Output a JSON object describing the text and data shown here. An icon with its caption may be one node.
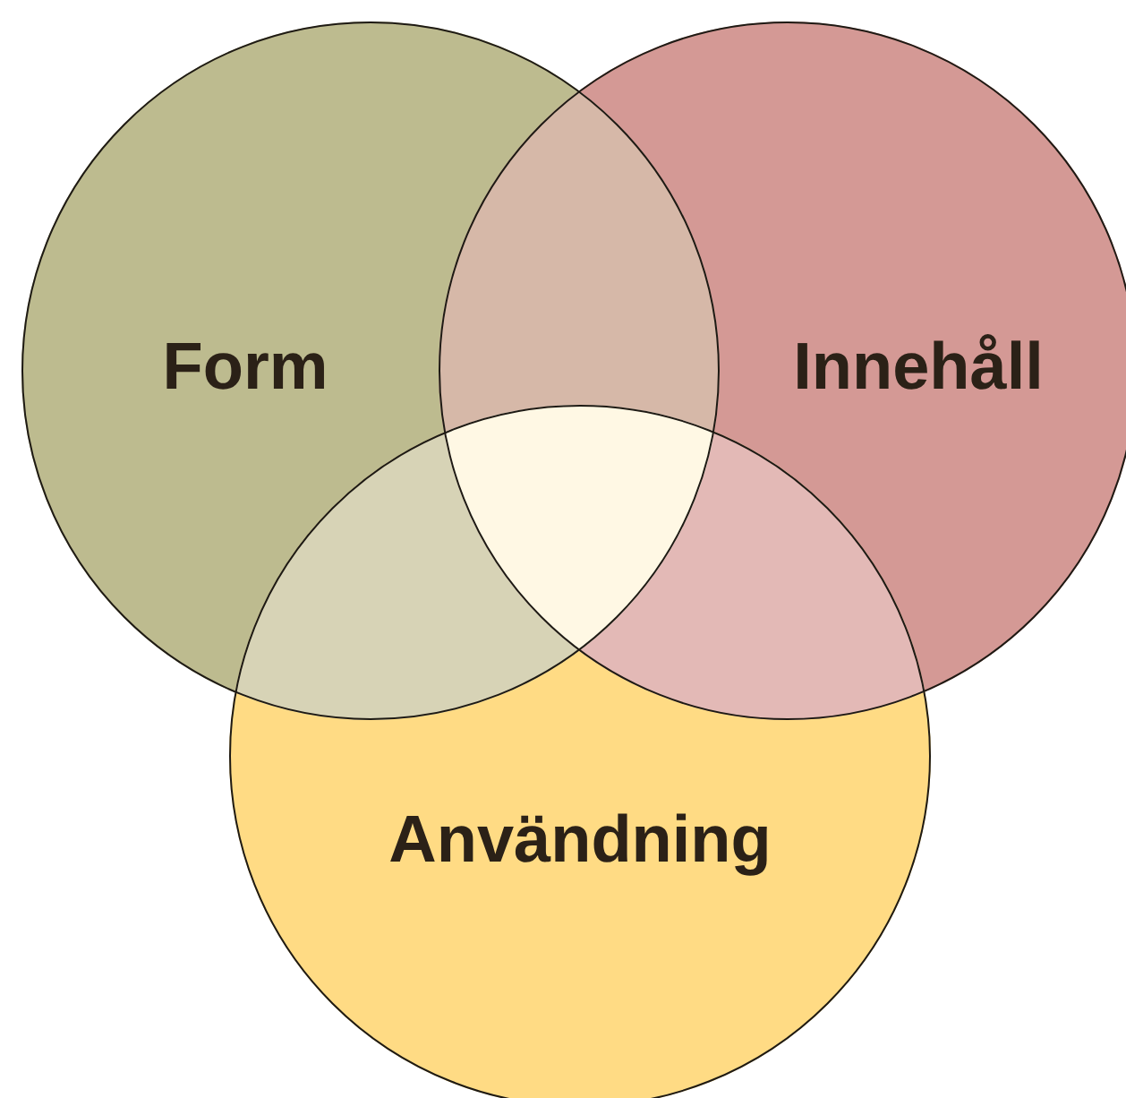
{
  "diagram": {
    "nodes": [
      {
        "text": [
          "Form"
        ]
      },
      {
        "text": [
          "Innehåll"
        ]
      },
      {
        "text": [
          "Användning"
        ]
      }
    ]
  }
}
